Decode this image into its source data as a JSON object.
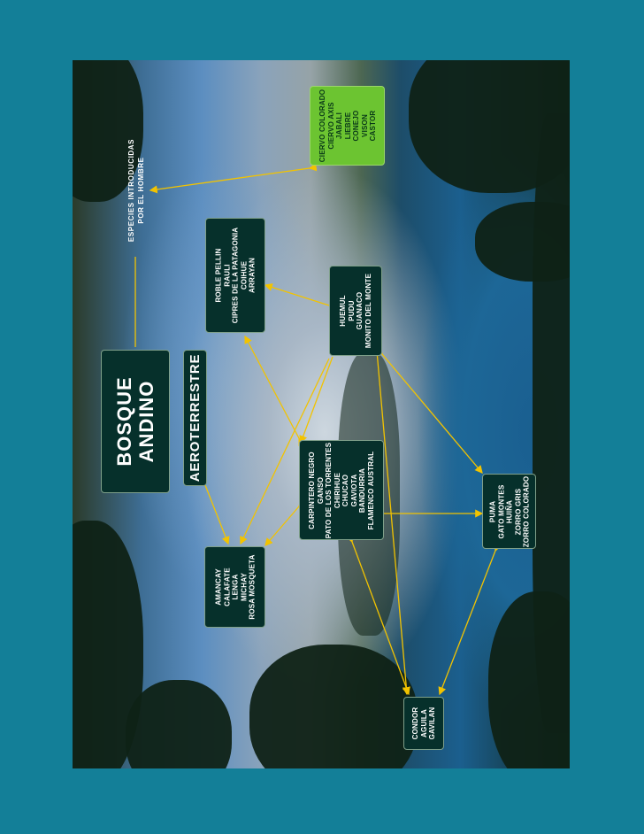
{
  "colors": {
    "background": "#137f98",
    "node_fill": "#06302b",
    "green_fill": "#6cc431",
    "arrow": "#f2c300"
  },
  "title": [
    "BOSQUE",
    "ANDINO"
  ],
  "aeroterrestre": [
    "AEROTERRESTRE"
  ],
  "introducidas_label": [
    "ESPECIES INTRODUCIDAS",
    "POR EL HOMBRE"
  ],
  "introducidas": [
    "CIERVO COLORADO",
    "CIERVO AXIS",
    "JABALI",
    "LIEBRE",
    "CONEJO",
    "VISON",
    "CASTOR"
  ],
  "flora_trees": [
    "ROBLE PELLIN",
    "RAULI",
    "CIPRES DE LA PATAGONIA",
    "COIHUE",
    "ARRAYAN"
  ],
  "herbivores": [
    "HUEMUL",
    "PUDU",
    "GUANACO",
    "MONITO DEL MONTE"
  ],
  "birds": [
    "CARPINTERO NEGRO",
    "GANSO",
    "PATO DE LOS TORRENTES",
    "CHIRIHUE",
    "CHUCAO",
    "GAVIOTA",
    "BANDURRIA",
    "FLAMENCO AUSTRAL"
  ],
  "shrubs": [
    "AMANCAY",
    "CALAFATE",
    "LENGA",
    "MICHAY",
    "ROSA MOSQUETA"
  ],
  "carnivores": [
    "PUMA",
    "GATO MONTES",
    "HUIÑA",
    "ZORRO GRIS",
    "ZORRO COLORADO"
  ],
  "raptors": [
    "CONDOR",
    "AGUILA",
    "GAVILAN"
  ]
}
